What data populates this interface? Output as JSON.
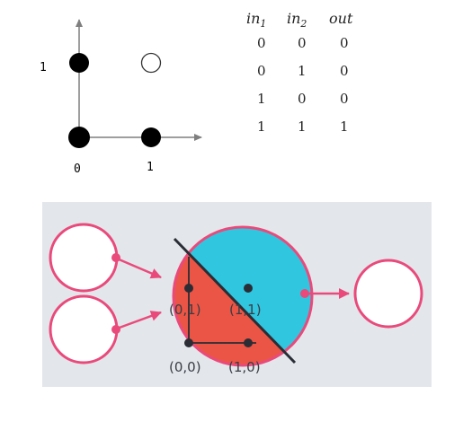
{
  "scatter": {
    "tick_x": [
      "0",
      "1"
    ],
    "tick_y": [
      "1"
    ],
    "points": [
      {
        "label": "(0,0)",
        "in1": 0,
        "in2": 0,
        "filled": true
      },
      {
        "label": "(1,0)",
        "in1": 1,
        "in2": 0,
        "filled": true
      },
      {
        "label": "(0,1)",
        "in1": 0,
        "in2": 1,
        "filled": true
      },
      {
        "label": "(1,1)",
        "in1": 1,
        "in2": 1,
        "filled": false
      }
    ]
  },
  "truth_table": {
    "headers": [
      {
        "base": "in",
        "sub": "1"
      },
      {
        "base": "in",
        "sub": "2"
      },
      {
        "base": "out",
        "sub": ""
      }
    ],
    "rows": [
      [
        "0",
        "0",
        "0"
      ],
      [
        "0",
        "1",
        "0"
      ],
      [
        "1",
        "0",
        "0"
      ],
      [
        "1",
        "1",
        "1"
      ]
    ]
  },
  "neuron": {
    "point_labels": {
      "p01": "(0,1)",
      "p11": "(1,1)",
      "p00": "(0,0)",
      "p10": "(1,0)"
    },
    "colors": {
      "panel_bg": "#e3e6ea",
      "pink": "#e94a7b",
      "red_region": "#eb5545",
      "blue_region": "#30c6e0",
      "dark": "#2a2d35"
    }
  }
}
